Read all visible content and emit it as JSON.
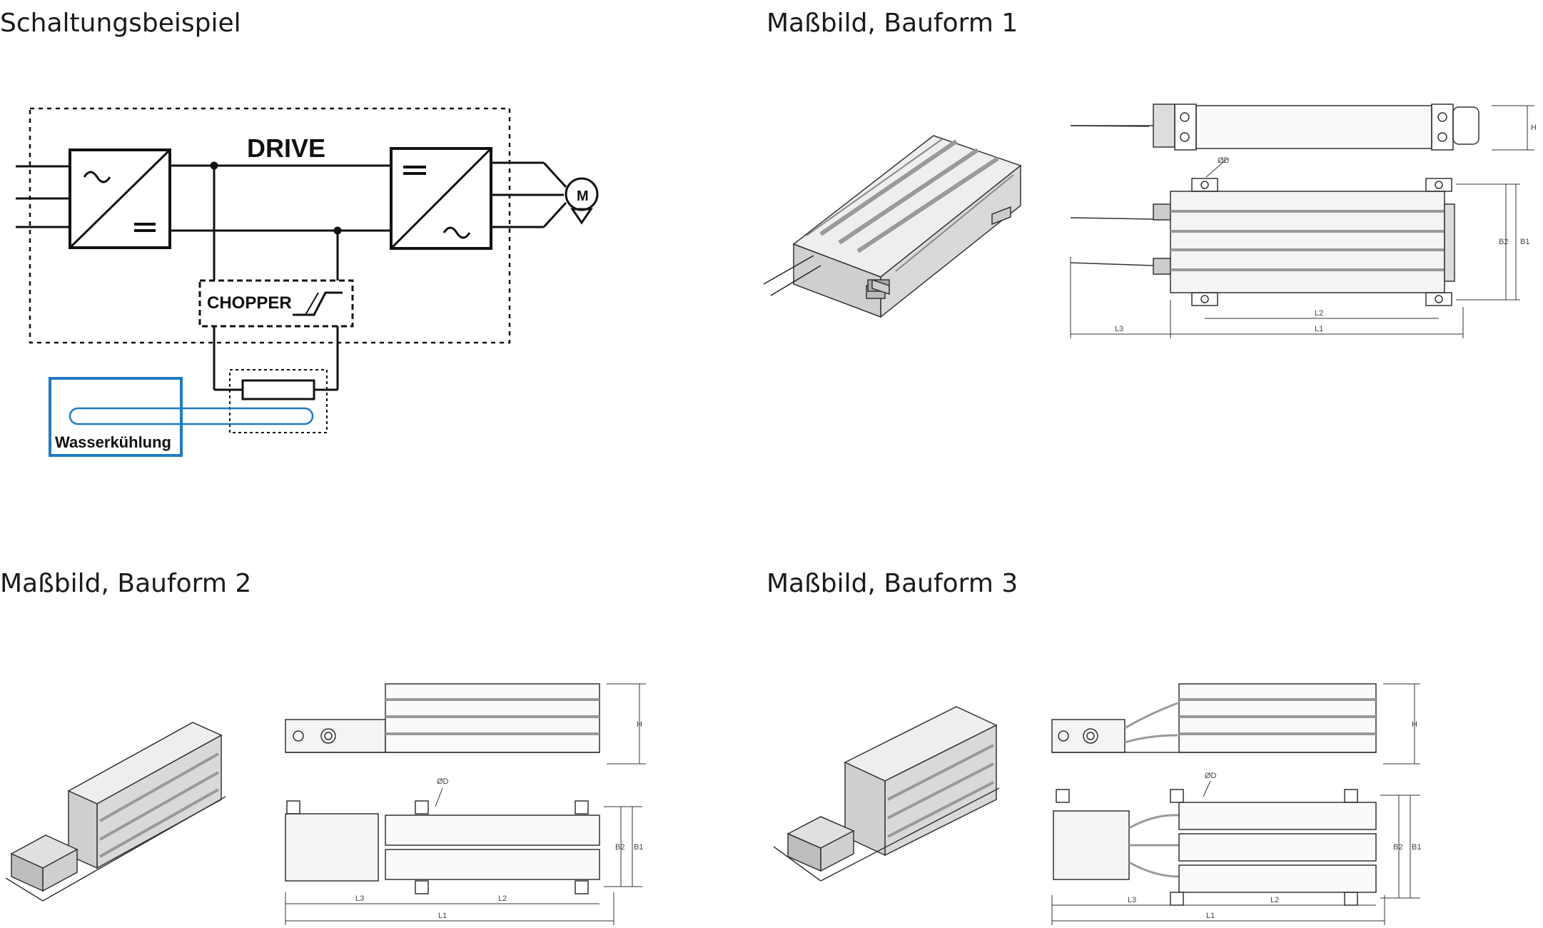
{
  "headings": {
    "circuit": "Schaltungsbeispiel",
    "form1": "Maßbild, Bauform 1",
    "form2": "Maßbild, Bauform 2",
    "form3": "Maßbild, Bauform 3"
  },
  "circuit": {
    "drive": "DRIVE",
    "chopper": "CHOPPER",
    "motor": "M",
    "cooling": "Wasserkühlung",
    "cooling_color": "#1f7bc2"
  },
  "dims1": {
    "h": "H",
    "b1": "B1",
    "b2": "B2",
    "d": "ØD",
    "l1": "L1",
    "l2": "L2",
    "l3": "L3"
  },
  "dims2": {
    "h": "H",
    "b1": "B1",
    "b2": "B2",
    "d": "ØD",
    "l1": "L1",
    "l2": "L2",
    "l3": "L3"
  },
  "dims3": {
    "h": "H",
    "b1": "B1",
    "b2": "B2",
    "d": "ØD",
    "l1": "L1",
    "l2": "L2",
    "l3": "L3"
  }
}
